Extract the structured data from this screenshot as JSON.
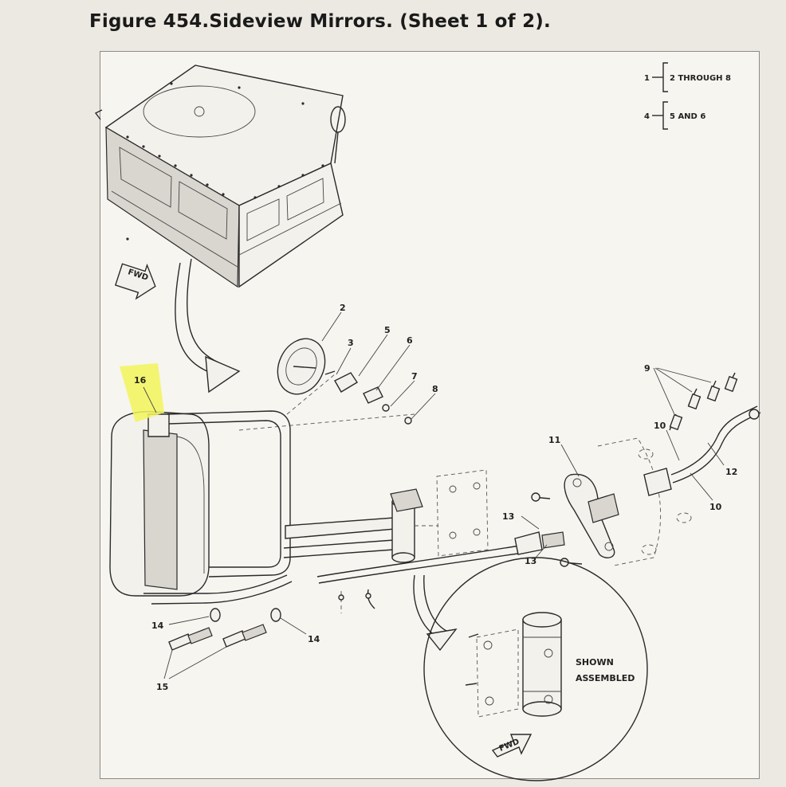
{
  "figure": {
    "title": "Figure 454.Sideview Mirrors. (Sheet 1 of 2)."
  },
  "legend": {
    "line1": {
      "ref": "1",
      "range": "2 THROUGH 8"
    },
    "line2": {
      "ref": "4",
      "range": "5 AND 6"
    }
  },
  "direction_marker": "FWD",
  "shown_assembled": [
    "SHOWN",
    "ASSEMBLED"
  ],
  "callouts": {
    "c2": "2",
    "c3": "3",
    "c5": "5",
    "c6": "6",
    "c7": "7",
    "c8": "8",
    "c9": "9",
    "c10a": "10",
    "c10b": "10",
    "c11": "11",
    "c12": "12",
    "c13a": "13",
    "c13b": "13",
    "c14a": "14",
    "c14b": "14",
    "c15": "15",
    "c16": "16"
  },
  "colors": {
    "highlight": "#f2f55a",
    "ink": "#2a2a2a",
    "sheet": "#f7f5f0"
  }
}
